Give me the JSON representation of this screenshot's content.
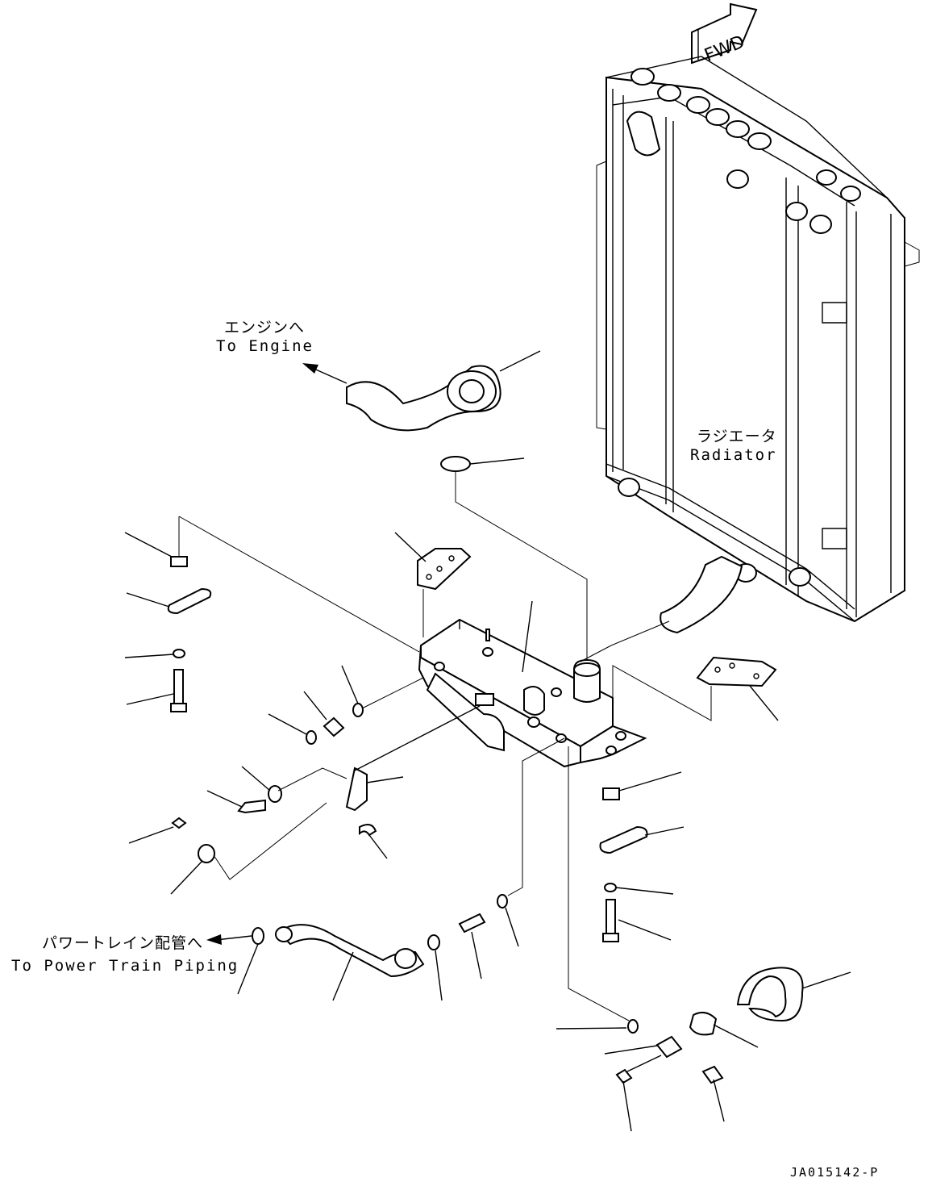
{
  "fwd_label": "FWD",
  "labels": {
    "to_engine_jp": "エンジンへ",
    "to_engine_en": "To Engine",
    "radiator_jp": "ラジエータ",
    "radiator_en": "Radiator",
    "power_train_jp": "パワートレイン配管へ",
    "power_train_en": "To Power Train Piping"
  },
  "figure_code": "JA015142-P"
}
